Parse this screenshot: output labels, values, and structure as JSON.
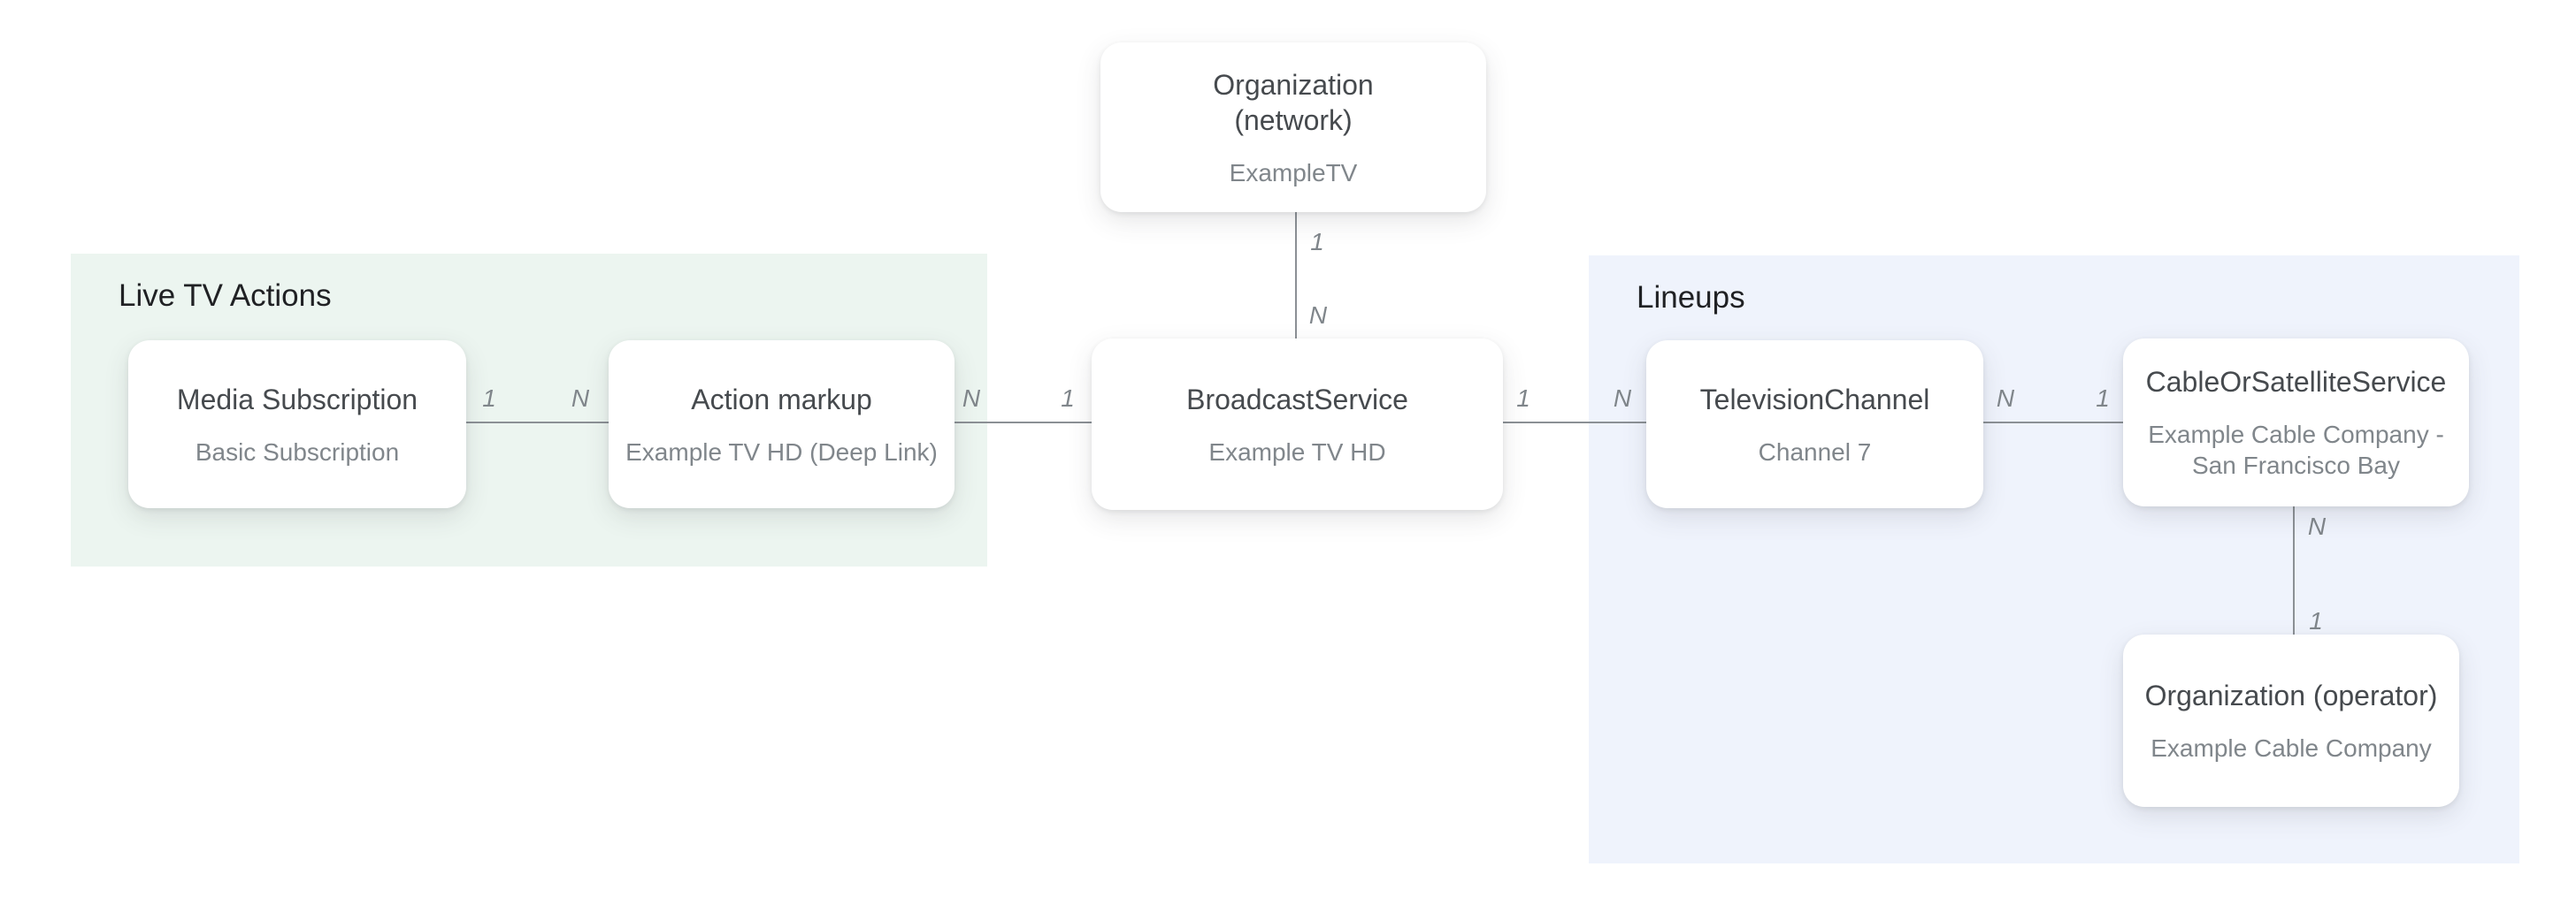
{
  "regions": {
    "live_tv_actions": {
      "label": "Live TV Actions",
      "bg_color": "#ecf5f0"
    },
    "lineups": {
      "label": "Lineups",
      "bg_color": "#eff3fc"
    }
  },
  "nodes": {
    "org_network": {
      "title": "Organization\n(network)",
      "subtitle": "ExampleTV",
      "region": null
    },
    "media_subscription": {
      "title": "Media Subscription",
      "subtitle": "Basic Subscription",
      "region": "live_tv_actions"
    },
    "action_markup": {
      "title": "Action markup",
      "subtitle": "Example TV HD (Deep Link)",
      "region": "live_tv_actions"
    },
    "broadcast_service": {
      "title": "BroadcastService",
      "subtitle": "Example TV HD",
      "region": null
    },
    "television_channel": {
      "title": "TelevisionChannel",
      "subtitle": "Channel 7",
      "region": "lineups"
    },
    "cable_or_satellite_service": {
      "title": "CableOrSatelliteService",
      "subtitle": "Example Cable Company -\nSan Francisco Bay",
      "region": "lineups"
    },
    "org_operator": {
      "title": "Organization (operator)",
      "subtitle": "Example Cable Company",
      "region": "lineups"
    }
  },
  "edges": {
    "org_network__broadcast_service": {
      "from": "org_network",
      "to": "broadcast_service",
      "from_label": "1",
      "to_label": "N",
      "orientation": "vertical"
    },
    "media_subscription__action_markup": {
      "from": "media_subscription",
      "to": "action_markup",
      "from_label": "1",
      "to_label": "N",
      "orientation": "horizontal"
    },
    "action_markup__broadcast_service": {
      "from": "action_markup",
      "to": "broadcast_service",
      "from_label": "N",
      "to_label": "1",
      "orientation": "horizontal"
    },
    "broadcast_service__television_channel": {
      "from": "broadcast_service",
      "to": "television_channel",
      "from_label": "1",
      "to_label": "N",
      "orientation": "horizontal"
    },
    "television_channel__cable_or_satellite_service": {
      "from": "television_channel",
      "to": "cable_or_satellite_service",
      "from_label": "N",
      "to_label": "1",
      "orientation": "horizontal"
    },
    "cable_or_satellite_service__org_operator": {
      "from": "cable_or_satellite_service",
      "to": "org_operator",
      "from_label": "N",
      "to_label": "1",
      "orientation": "vertical"
    }
  },
  "colors": {
    "canvas_bg": "#ffffff",
    "live_tv_actions_bg": "#ecf5f0",
    "lineups_bg": "#eff3fc",
    "card_bg": "#ffffff",
    "connector": "#8b9095",
    "node_title": "#464a4e",
    "node_subtitle": "#80868b",
    "cardinality_label": "#80868b",
    "region_label": "#202124"
  }
}
